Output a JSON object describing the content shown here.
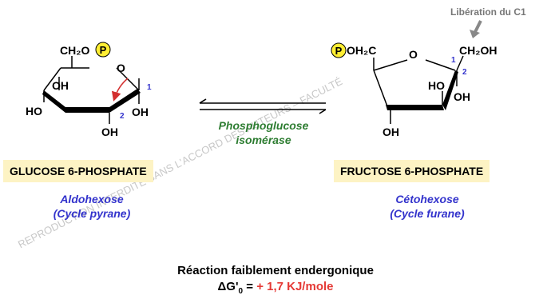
{
  "glucose": {
    "name": "GLUCOSE 6-PHOSPHATE",
    "subtype_line1": "Aldohexose",
    "subtype_line2": "(Cycle pyrane)",
    "ch2o": "CH₂O",
    "p": "P",
    "ring_o": "O",
    "oh_top": "OH",
    "oh_left": "HO",
    "oh_right": "OH",
    "oh_bottom": "OH",
    "c1": "1",
    "c2": "2"
  },
  "fructose": {
    "name": "FRUCTOSE 6-PHOSPHATE",
    "subtype_line1": "Cétohexose",
    "subtype_line2": "(Cycle furane)",
    "p": "P",
    "poh2c": "OH₂C",
    "ring_o": "O",
    "ch2oh": "CH₂OH",
    "ho": "HO",
    "oh_right": "OH",
    "oh_bottom": "OH",
    "c1": "1",
    "c2": "2",
    "liberation": "Libération du C1"
  },
  "enzyme": {
    "line1": "Phosphoglucose",
    "line2": "isomérase"
  },
  "reaction": {
    "text": "Réaction faiblement endergonique",
    "dg_symbol": "ΔG'",
    "dg_sub": "0",
    "dg_eq": " = ",
    "dg_value": "+ 1,7 KJ/mole"
  },
  "watermark": {
    "text1": "REPRODUCTION INTERDITE SANS L'ACCORD DES AUTEURS – FACULTÉ"
  },
  "colors": {
    "phosphate": "#ffee33",
    "name_box": "#fdf3c4",
    "subtype": "#3333cc",
    "enzyme": "#2e7d32",
    "value": "#e53935",
    "carbon_number": "#3333cc"
  }
}
